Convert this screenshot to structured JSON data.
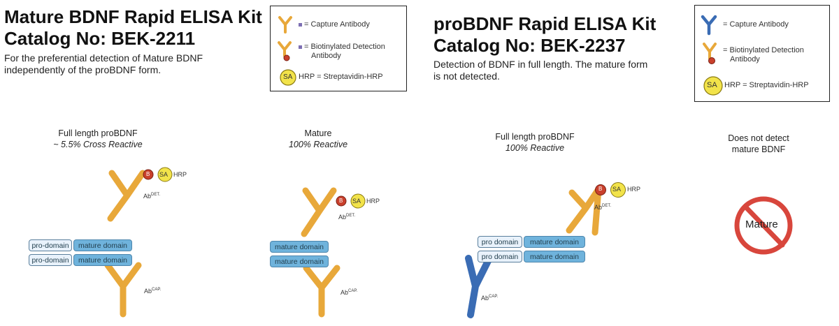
{
  "left_kit": {
    "title_line1": "Mature BDNF Rapid ELISA Kit",
    "title_line2": "Catalog No: BEK-2211",
    "desc_line1": "For the preferential detection of Mature BDNF",
    "desc_line2": "independently of the proBDNF form."
  },
  "left_legend": {
    "capture": "= Capture Antibody",
    "detection_line1": "= Biotinylated Detection",
    "detection_line2": "Antibody",
    "sa": "SA",
    "hrp": "HRP = Streptavidin-HRP"
  },
  "right_kit": {
    "title_line1": "proBDNF Rapid ELISA Kit",
    "title_line2": "Catalog No: BEK-2237",
    "desc_line1": "Detection of BDNF in full length. The mature form",
    "desc_line2": "is not detected."
  },
  "right_legend": {
    "capture": "= Capture Antibody",
    "detection_line1": "= Biotinylated Detection",
    "detection_line2": "Antibody",
    "sa": "SA",
    "hrp": "HRP = Streptavidin-HRP"
  },
  "panels": [
    {
      "title": "Full length proBDNF",
      "subtitle": "~ 5.5% Cross Reactive"
    },
    {
      "title": "Mature",
      "subtitle": "100% Reactive"
    },
    {
      "title": "Full length proBDNF",
      "subtitle": "100% Reactive"
    },
    {
      "title": "Does not detect",
      "subtitle": "mature BDNF"
    }
  ],
  "labels": {
    "pro_domain_1": "pro-domain",
    "mature_domain_1": "mature domain",
    "pro_domain_2": "pro domain",
    "mature_domain_2": "mature domain",
    "mature_no": "Mature",
    "b": "B",
    "sa": "SA",
    "hrp": "HRP",
    "ab": "Ab",
    "det": "DET.",
    "cap": "CAP."
  },
  "colors": {
    "capture_orange": "#e8a83a",
    "capture_blue": "#3a6cb4",
    "biotin": "#c9402c",
    "sa_yellow": "#f2e34a",
    "no_sign": "#d8463c"
  }
}
